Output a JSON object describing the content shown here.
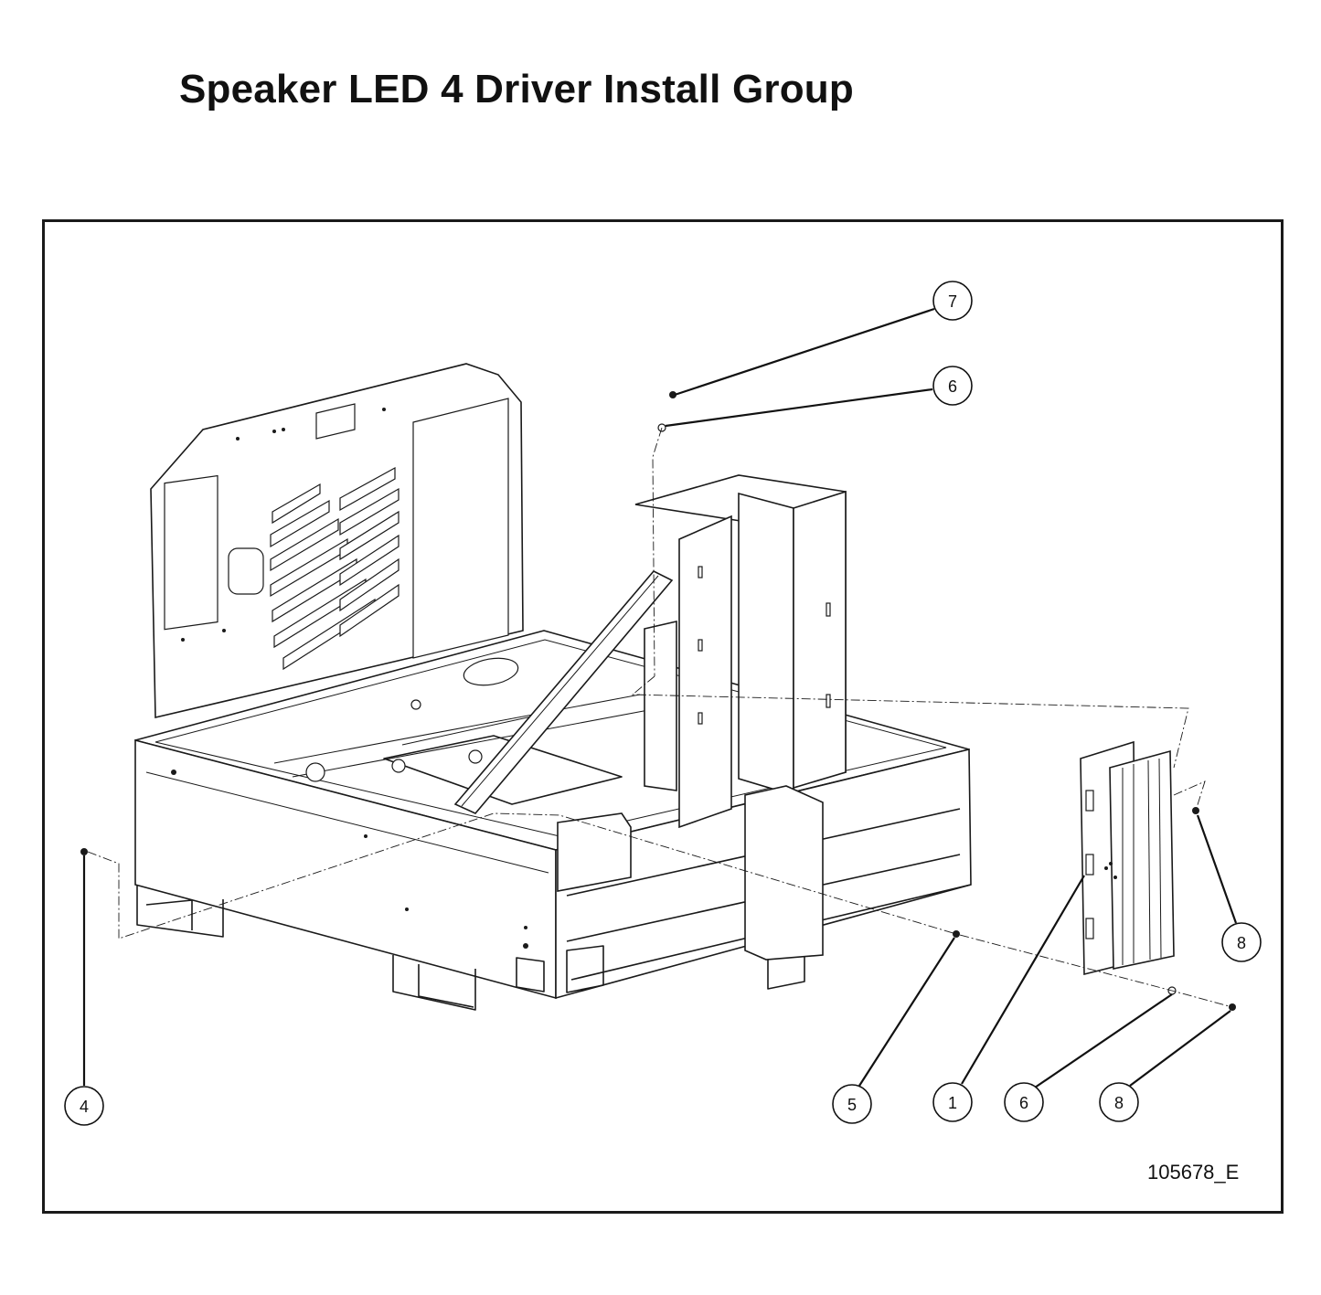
{
  "title": "Speaker LED 4 Driver Install Group",
  "drawing_id": "105678_E",
  "callouts": [
    {
      "id": "callout-7-top",
      "label": "7"
    },
    {
      "id": "callout-6-top",
      "label": "6"
    },
    {
      "id": "callout-8-right",
      "label": "8"
    },
    {
      "id": "callout-4",
      "label": "4"
    },
    {
      "id": "callout-5",
      "label": "5"
    },
    {
      "id": "callout-1",
      "label": "1"
    },
    {
      "id": "callout-6-bottom",
      "label": "6"
    },
    {
      "id": "callout-8-bottom",
      "label": "8"
    }
  ],
  "colors": {
    "ink": "#1a1a1a",
    "paper": "#ffffff"
  }
}
